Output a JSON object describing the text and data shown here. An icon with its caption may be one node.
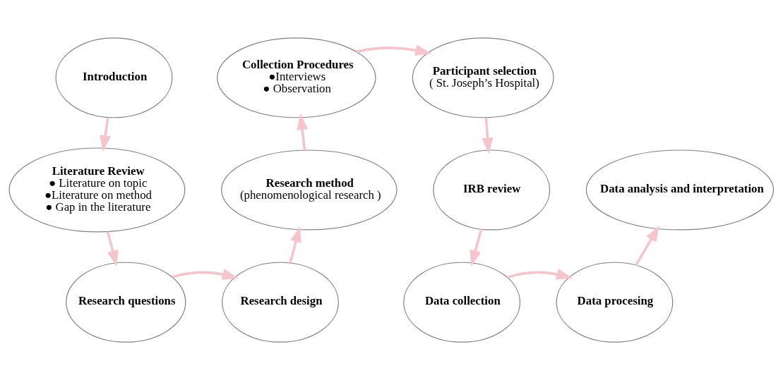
{
  "diagram": {
    "nodes": [
      {
        "text": [
          "Introduction"
        ]
      },
      {
        "text": [
          "Literature Review",
          "● Literature on topic",
          "●Literature on method",
          "● Gap in the literature"
        ]
      },
      {
        "text": [
          "Research questions"
        ]
      },
      {
        "text": [
          "Research design"
        ]
      },
      {
        "text": [
          "Research method",
          "(phenomenological research )"
        ]
      },
      {
        "text": [
          "Collection Procedures",
          "●Interviews",
          "● Observation"
        ]
      },
      {
        "text": [
          "Participant selection",
          "( St. Joseph’s Hospital)"
        ]
      },
      {
        "text": [
          "IRB review"
        ]
      },
      {
        "text": [
          "Data collection"
        ]
      },
      {
        "text": [
          "Data procesing"
        ]
      },
      {
        "text": [
          "Data analysis and interpretation"
        ]
      }
    ],
    "edges": [
      {
        "from": 0,
        "to": 1,
        "arrow": "to"
      },
      {
        "from": 1,
        "to": 2,
        "arrow": "to"
      },
      {
        "from": 2,
        "to": 3,
        "arrow": "to"
      },
      {
        "from": 3,
        "to": 4,
        "arrow": "to"
      },
      {
        "from": 4,
        "to": 5,
        "arrow": "to"
      },
      {
        "from": 5,
        "to": 6,
        "arrow": "to"
      },
      {
        "from": 6,
        "to": 7,
        "arrow": "to"
      },
      {
        "from": 7,
        "to": 8,
        "arrow": "to"
      },
      {
        "from": 8,
        "to": 9,
        "arrow": "to"
      },
      {
        "from": 9,
        "to": 10,
        "arrow": "to"
      }
    ]
  }
}
